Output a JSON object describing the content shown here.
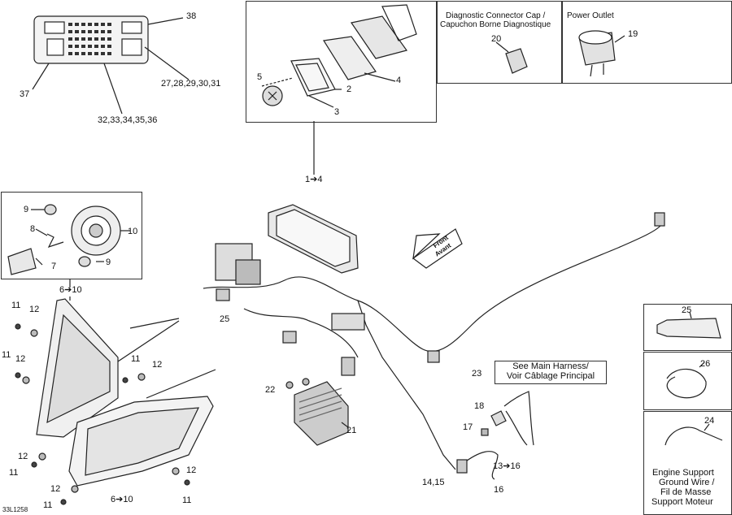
{
  "callouts": {
    "c38": "38",
    "c37": "37",
    "c27_31": "27,28,29,30,31",
    "c32_36": "32,33,34,35,36",
    "c5": "5",
    "c2": "2",
    "c4": "4",
    "c3": "3",
    "c20": "20",
    "c19": "19",
    "c1to4": "1➔4",
    "c9a": "9",
    "c10": "10",
    "c8": "8",
    "c7": "7",
    "c9b": "9",
    "c6to10a": "6➔10",
    "c11a": "11",
    "c12a": "12",
    "c25a": "25",
    "c11b": "11",
    "c12b": "12",
    "c11c": "11",
    "c12c": "12",
    "c22": "22",
    "c21": "21",
    "c23": "23",
    "c18": "18",
    "c17": "17",
    "c13to16": "13➔16",
    "c14_15": "14,15",
    "c16": "16",
    "c12d": "12",
    "c11d": "11",
    "c12e": "12",
    "c11e": "11",
    "c12f": "12",
    "c11f": "11",
    "c6to10b": "6➔10",
    "c25b": "25",
    "c26": "26",
    "c24": "24"
  },
  "boxes": {
    "diag_title_1": "Diagnostic Connector Cap /",
    "diag_title_2": "Capuchon Borne Diagnostique",
    "power_title": "Power Outlet",
    "ground_1": "Engine Support",
    "ground_2": "Ground Wire /",
    "ground_3": "Fil de Masse",
    "ground_4": "Support Moteur"
  },
  "notes": {
    "harness_1": "See Main Harness/",
    "harness_2": "Voir Câblage Principal"
  },
  "arrow": {
    "front": "Front",
    "avant": "Avant"
  },
  "drawing_id": "33L1258"
}
